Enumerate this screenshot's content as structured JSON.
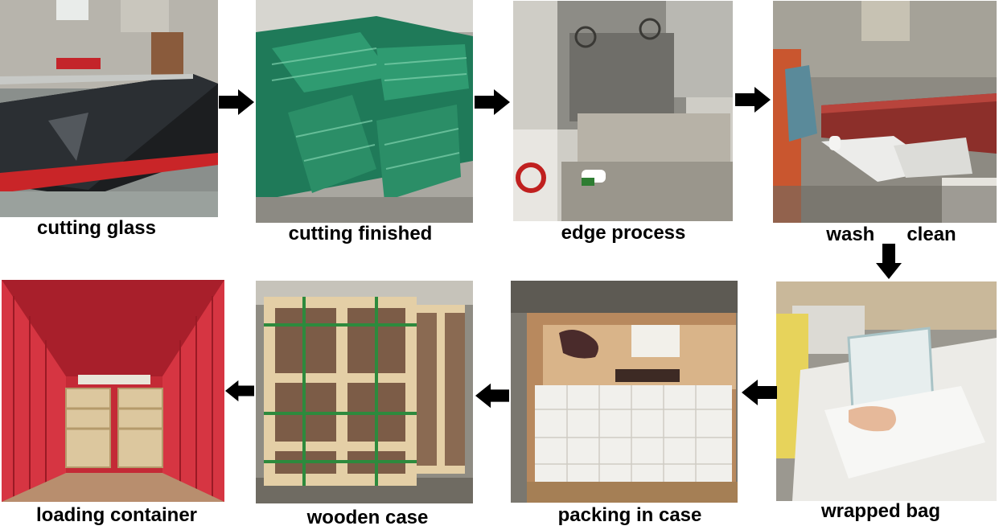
{
  "steps": [
    {
      "label": "cutting glass",
      "icon": "glass-cutting-machine-photo"
    },
    {
      "label": "cutting finished",
      "icon": "stacked-glass-sheets-photo"
    },
    {
      "label": "edge process",
      "icon": "edging-machine-photo"
    },
    {
      "label": "wash      clean",
      "icon": "washing-line-photo"
    },
    {
      "label": "wrapped bag",
      "icon": "wrapping-paper-photo"
    },
    {
      "label": "packing in case",
      "icon": "paper-packed-case-photo"
    },
    {
      "label": "wooden case",
      "icon": "wooden-crate-photo"
    },
    {
      "label": "loading container",
      "icon": "shipping-container-photo"
    }
  ],
  "arrows": [
    {
      "direction": "right",
      "icon": "arrow-right-icon"
    },
    {
      "direction": "right",
      "icon": "arrow-right-icon"
    },
    {
      "direction": "right",
      "icon": "arrow-right-icon"
    },
    {
      "direction": "down",
      "icon": "arrow-down-icon"
    },
    {
      "direction": "left",
      "icon": "arrow-left-icon"
    },
    {
      "direction": "left",
      "icon": "arrow-left-icon"
    },
    {
      "direction": "left",
      "icon": "arrow-left-icon"
    }
  ],
  "colors": {
    "arrow": "#000000",
    "caption": "#000000",
    "background": "#ffffff"
  }
}
